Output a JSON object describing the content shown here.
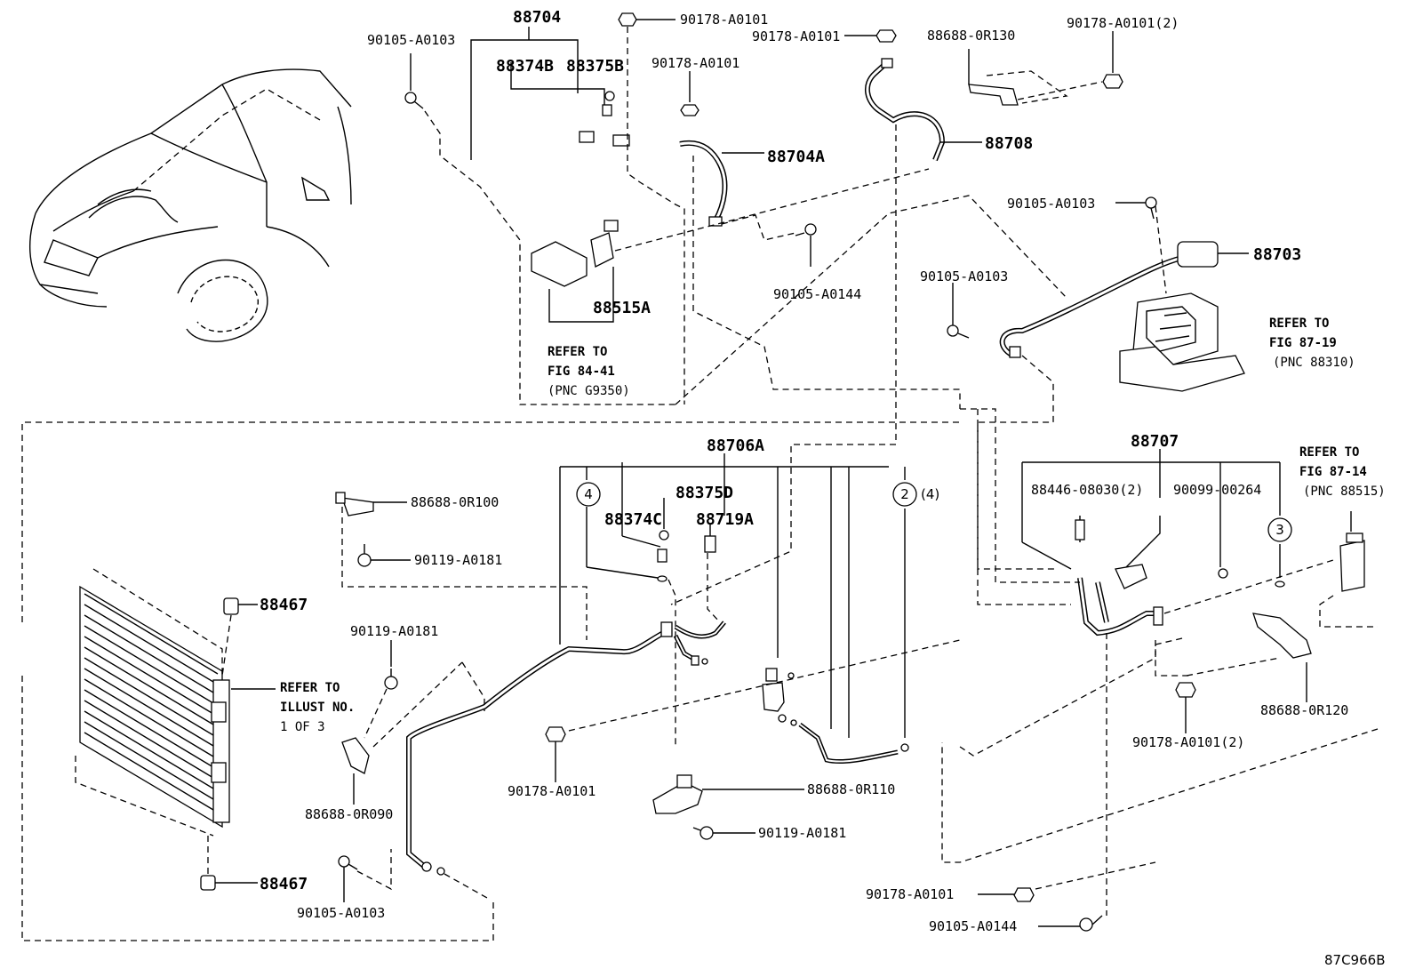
{
  "diagram_code": "87C966B",
  "callouts": {
    "p88704": "88704",
    "p88374B": "88374B",
    "p88375B": "88375B",
    "p90105_a": "90105-A0103",
    "p90178_a": "90178-A0101",
    "p90178_b": "90178-A0101",
    "p90178_c": "90178-A0101",
    "p88688_0R130": "88688-0R130",
    "p90178_2a": "90178-A0101(2)",
    "p88704A": "88704A",
    "p88708": "88708",
    "p90105_b": "90105-A0103",
    "p88703": "88703",
    "p90105_c": "90105-A0103",
    "p90105_A0144a": "90105-A0144",
    "p88515A": "88515A",
    "p88706A": "88706A",
    "p88375D": "88375D",
    "p88374C": "88374C",
    "p88719A": "88719A",
    "circle4_sfx": "",
    "circle2_sfx": "(4)",
    "p88707": "88707",
    "p88446": "88446-08030(2)",
    "p90099": "90099-00264",
    "p88688_0R100": "88688-0R100",
    "p90119_a": "90119-A0181",
    "p88467_a": "88467",
    "p90119_b": "90119-A0181",
    "p88467_b": "88467",
    "p88688_0R090": "88688-0R090",
    "p90105_d": "90105-A0103",
    "p90178_d": "90178-A0101",
    "p88688_0R110": "88688-0R110",
    "p90119_c": "90119-A0181",
    "p88688_0R120": "88688-0R120",
    "p90178_2b": "90178-A0101(2)",
    "p90178_e": "90178-A0101",
    "p90105_A0144b": "90105-A0144"
  },
  "circles": {
    "c4": "4",
    "c2": "2",
    "c3": "3"
  },
  "refer_notes": {
    "fig84": {
      "l1": "REFER TO",
      "l2": "FIG 84-41",
      "l3": "(PNC G9350)"
    },
    "fig8719": {
      "l1": "REFER TO",
      "l2": "FIG 87-19",
      "l3": "(PNC 88310)"
    },
    "fig8714": {
      "l1": "REFER TO",
      "l2": "FIG 87-14",
      "l3": "(PNC 88515)"
    },
    "illust": {
      "l1": "REFER TO",
      "l2": "ILLUST NO.",
      "l3": "1 OF 3"
    }
  }
}
